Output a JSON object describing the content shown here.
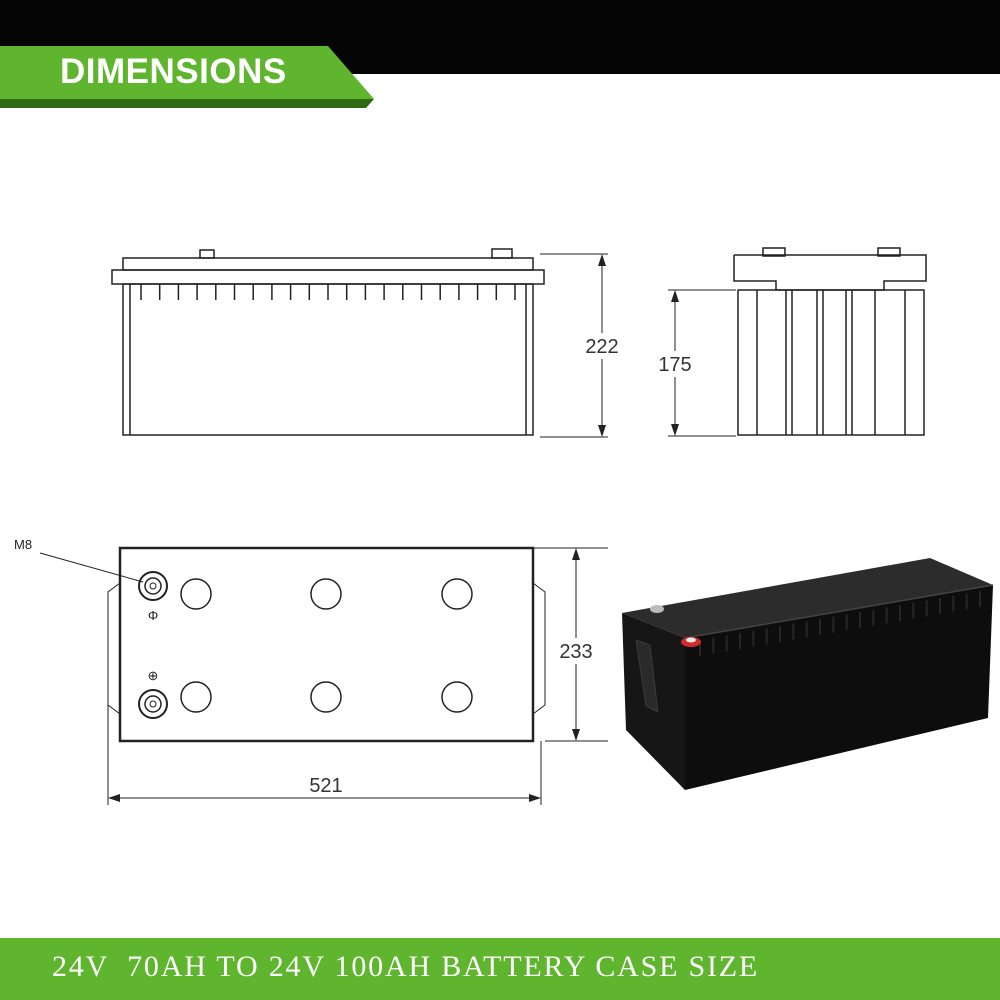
{
  "header": {
    "title": "DIMENSIONS",
    "accent_color": "#5fb52e",
    "bar_color": "#050505"
  },
  "drawing": {
    "front_view": {
      "height_label": "222"
    },
    "side_view": {
      "height_label": "175"
    },
    "top_view": {
      "width_label": "521",
      "depth_label": "233",
      "terminal_label": "M8",
      "negative_symbol": "Φ",
      "positive_symbol": "⊕"
    },
    "product_photo": {
      "icon": "battery-photo-icon"
    }
  },
  "footer": {
    "caption": "24V  70AH TO 24V 100AH BATTERY CASE SIZE",
    "bg_color": "#5fb52e"
  }
}
